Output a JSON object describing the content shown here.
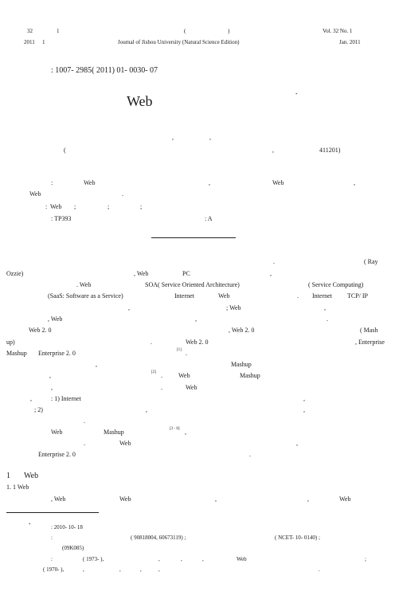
{
  "header": {
    "vol_cn": "32",
    "issue_cn": "1",
    "paren_open": "(",
    "paren_close": ")",
    "vol_en": "Vol. 32   No. 1",
    "year": "2011",
    "month_cn": "1",
    "journal_en": "Journal of Jishou University (Natural Science Edition)",
    "date_en": "Jan.  2011"
  },
  "article_no": ": 1007-   2985( 2011) 01-   0030-   07",
  "title": {
    "star": "*",
    "web": "Web"
  },
  "authors": {
    "sep1": ",",
    "sep2": ",",
    "aff_open": "(",
    "aff_comma": ",",
    "postcode": "411201)"
  },
  "abstract": {
    "colon": ":",
    "web1": "Web",
    "comma1": ",",
    "web2": "Web",
    "comma2": ",",
    "web3": "Web",
    "period": "."
  },
  "keywords": {
    "colon": ":",
    "web": "Web",
    "sep1": ";",
    "sep2": ";",
    "sep3": ";"
  },
  "classification": {
    "clc": ": TP393",
    "doc_code": ": A"
  },
  "body_intro": {
    "l1_end": ".",
    "l1_ray": "( Ray",
    "l2_ozzie": "Ozzie)",
    "l2_web": ", Web",
    "l2_pc": "PC",
    "l2_comma": ",",
    "l3_web": ". Web",
    "l3_soa": "SOA( Service Oriented Architecture)",
    "l3_sc": "( Service Computing)",
    "l4_saas": "(SaaS: Software as a Service)",
    "l4_inet": "Internet",
    "l4_web": "Web",
    "l4_dot": ".",
    "l4_inet2": "Internet",
    "l4_tcp": "TCP/ IP",
    "l5_comma": ",",
    "l5_web": "; Web",
    "l5_comma2": ",",
    "l6_web": ", Web",
    "l6_comma": ",",
    "l6_dot": ".",
    "l7_web20": "Web 2. 0",
    "l7_web20b": ", Web 2. 0",
    "l7_mash": "( Mash",
    "l8_up": "up)",
    "l8_dot": ".",
    "l8_web20": "Web 2. 0",
    "l8_ent": ", Enterprise",
    "l9_mashup": "Mashup",
    "l9_ent20": "Enterprise 2. 0",
    "l9_ref": "[1]",
    "l9_dot": ".",
    "l10_comma": ",",
    "l10_mashup": "Mashup",
    "l11_comma": ",",
    "l11_ref": "[2]",
    "l11_dot": ".",
    "l11_web": "Web",
    "l11_mashup": "Mashup",
    "l12_comma": ",",
    "l12_dot": ".",
    "l12_web": "Web",
    "l13_comma": ",",
    "l13_inet": ": 1) Internet",
    "l13_comma2": ",",
    "l14_2": "; 2)",
    "l14_comma": ",",
    "l14_comma2": ",",
    "l15_dot": ".",
    "l16_web": "Web",
    "l16_mashup": "Mashup",
    "l16_ref": "[3 -  8]",
    "l16_comma": ",",
    "l17_dot": ".",
    "l17_web": "Web",
    "l17_comma": ",",
    "l18_ent": "Enterprise 2. 0",
    "l18_dot": "."
  },
  "section1": {
    "heading_no": "1",
    "heading_web": "Web",
    "sub": "1. 1 Web",
    "p_web1": ", Web",
    "p_web2": "Web",
    "p_comma": ",",
    "p_comma2": ",",
    "p_web3": "Web"
  },
  "footnote": {
    "star": "*",
    "received": ": 2010-   10-   18",
    "colon1": ":",
    "fund1": "( 90818004, 60673119) ;",
    "fund2": "( NCET-   10-   0140) ;",
    "fund3": "(09K085)",
    "bio_colon": ":",
    "bio_year1": "( 1973-   ),",
    "bio_c1": ",",
    "bio_c2": ",",
    "bio_c3": ",",
    "bio_web": "Web",
    "bio_semi": ";",
    "bio_year2": "( 1970-   ),",
    "bio_c4": ",",
    "bio_c5": ",",
    "bio_c6": ",",
    "bio_c7": ",",
    "bio_dot": "."
  }
}
